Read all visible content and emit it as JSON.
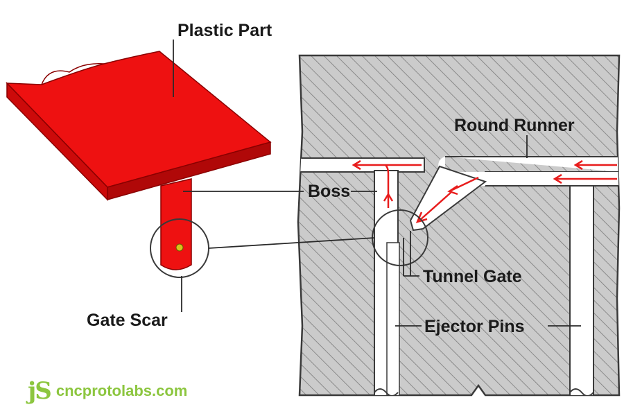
{
  "labels": {
    "plastic_part": "Plastic Part",
    "round_runner": "Round Runner",
    "boss": "Boss",
    "tunnel_gate": "Tunnel Gate",
    "gate_scar": "Gate Scar",
    "ejector_pins": "Ejector Pins"
  },
  "brand": {
    "logo": "jS",
    "site": "cncprotolabs.com"
  },
  "colors": {
    "part_red": "#ee1111",
    "mold_gray": "#c9c9c9",
    "flow_arrow": "#e81c1c",
    "brand_green": "#8cc63f"
  }
}
